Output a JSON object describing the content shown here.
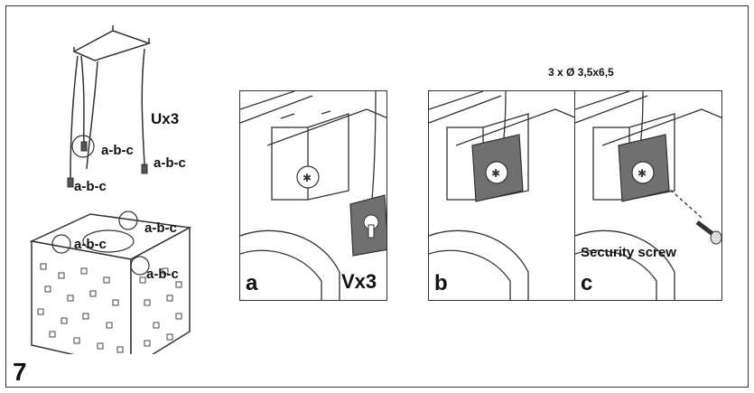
{
  "step": {
    "number": "7"
  },
  "overview": {
    "cable_count": "Ux3",
    "label_abc": "a-b-c"
  },
  "top_note": "3 x Ø 3,5x6,5",
  "panels": [
    {
      "letter": "a",
      "note": "Vx3"
    },
    {
      "letter": "b",
      "note": ""
    },
    {
      "letter": "c",
      "note": "Security screw"
    }
  ],
  "colors": {
    "line": "#333333",
    "plate": "#707070",
    "bg": "#ffffff"
  }
}
